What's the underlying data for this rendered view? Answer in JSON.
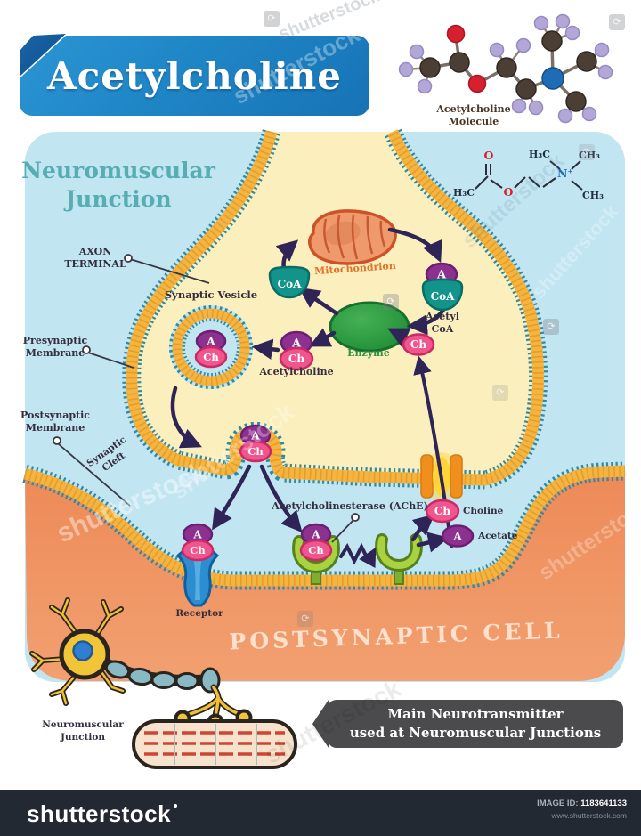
{
  "page": {
    "title_banner": "Acetylcholine"
  },
  "molecule_panel": {
    "label1": "Acetylcholine",
    "label2": "Molecule"
  },
  "heading": {
    "line1": "Neuromuscular",
    "line2": "Junction"
  },
  "labels": {
    "axon1": "AXON",
    "axon2": "TERMINAL",
    "synaptic_vesicle": "Synaptic Vesicle",
    "presyn1": "Presynaptic",
    "presyn2": "Membrane",
    "postsyn1": "Postsynaptic",
    "postsyn2": "Membrane",
    "cleft1": "Synaptic",
    "cleft2": "Cleft",
    "mitochondrion": "Mitochondrion",
    "acetyl1": "Acetyl",
    "acetyl2": "CoA",
    "enzyme": "Enzyme",
    "acetylcholine": "Acetylcholine",
    "ache": "Acetylcholinesterase (AChE)",
    "choline": "Choline",
    "acetate": "Acetate",
    "receptor": "Receptor",
    "postsynaptic_cell": "POSTSYNAPTIC CELL",
    "nmj1": "Neuromuscular",
    "nmj2": "Junction"
  },
  "molecules": {
    "a": "A",
    "ch": "Ch",
    "coa": "CoA"
  },
  "formula": {
    "h3c": "H₃C",
    "o": "O",
    "n": "N⁺",
    "ch3": "CH₃"
  },
  "banner": {
    "line1": "Main Neurotransmitter",
    "line2": "used at Neuromuscular Junctions"
  },
  "footer": {
    "logo": "shutterstock",
    "image_id_label": "IMAGE ID:",
    "image_id": "1183641133",
    "url": "www.shutterstock.com"
  },
  "watermark": {
    "text": "shutterstock",
    "icon": "⟳"
  },
  "colors": {
    "banner_blue": "#1f86c6",
    "panel_blue": "#c2e5f2",
    "terminal_yellow": "#fcefbe",
    "membrane_orange": "#f5b440",
    "membrane_teal": "#2e8aa5",
    "post_cell_orange": "#ef9260",
    "arrow_indigo": "#2e2456",
    "acetyl_purple": "#8d3190",
    "choline_pink": "#f0558d",
    "coa_teal": "#12948b",
    "enzyme_green": "#2f9c40",
    "ache_lime": "#a8d23f",
    "receptor_blue": "#2c8ed0",
    "heading_teal": "#56aeb2",
    "footer_dark": "#232932",
    "banner_gray": "#4b4b4e"
  }
}
